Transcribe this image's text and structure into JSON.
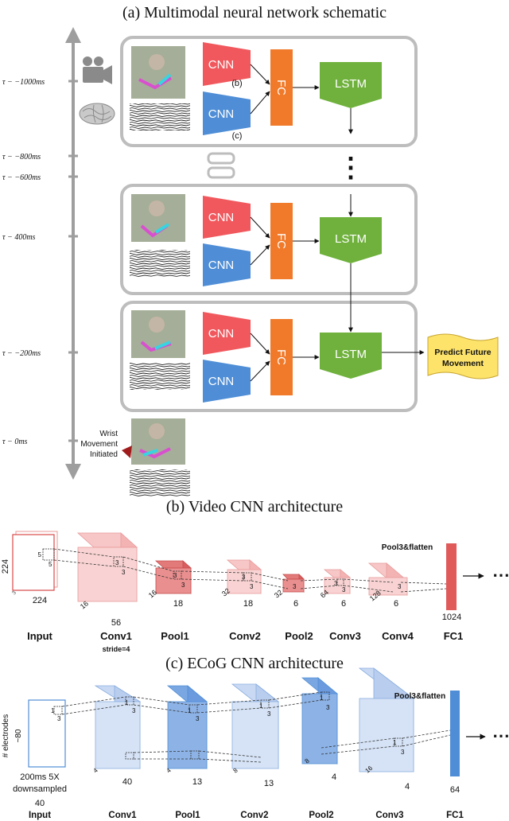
{
  "panel_a": {
    "caption": "(a) Multimodal neural network schematic",
    "timeline_labels": [
      "τ − −1000ms",
      "τ − −800ms",
      "τ − −600ms",
      "τ −   400ms",
      "τ − −200ms",
      "τ − 0ms"
    ],
    "cnn_label": "CNN",
    "fc_label": "FC",
    "lstm_label": "LSTM",
    "ref_b": "(b)",
    "ref_c": "(c)",
    "ellipsis": "⋮",
    "predict_line1": "Predict Future",
    "predict_line2": "Movement",
    "wrist_line1": "Wrist",
    "wrist_line2": "Movement",
    "wrist_line3": "Initiated"
  },
  "panel_b": {
    "caption": "(b) Video CNN architecture",
    "layer_names": [
      "Input",
      "Conv1",
      "Pool1",
      "Conv2",
      "Pool2",
      "Conv3",
      "Conv4",
      "FC1"
    ],
    "stride_note": "stride=4",
    "pool3_label": "Pool3&flatten",
    "input_dims": [
      "224",
      "224",
      "3",
      "5",
      "5"
    ],
    "conv1_dims": [
      "56",
      "16",
      "3",
      "3"
    ],
    "pool1_dims": [
      "18",
      "16",
      "3",
      "3"
    ],
    "conv2_dims": [
      "18",
      "32",
      "3",
      "3"
    ],
    "pool2_dims": [
      "6",
      "32",
      "3"
    ],
    "conv3_dims": [
      "6",
      "64",
      "3",
      "3"
    ],
    "conv4_dims": [
      "6",
      "128",
      "3"
    ],
    "fc1_dim": "1024",
    "ellipsis": "⋯"
  },
  "panel_c": {
    "caption": "(c) ECoG CNN architecture",
    "layer_names": [
      "Input",
      "Conv1",
      "Pool1",
      "Conv2",
      "Pool2",
      "Conv3",
      "FC1"
    ],
    "pool3_label": "Pool3&flatten",
    "input_axis": "# electrodes",
    "input_dims": [
      "~80",
      "1",
      "3"
    ],
    "input_note_line1": "200ms 5X",
    "input_note_line2": "downsampled",
    "input_note_line3": "40",
    "conv1_dims": [
      "40",
      "4",
      "1",
      "3"
    ],
    "pool1_dims": [
      "13",
      "4",
      "1",
      "3"
    ],
    "conv2_dims": [
      "13",
      "8",
      "1",
      "3"
    ],
    "pool2_dims": [
      "4",
      "8",
      "1",
      "3"
    ],
    "conv3_dims": [
      "4",
      "16",
      "1",
      "3"
    ],
    "fc1_dim": "64",
    "ellipsis": "⋯"
  },
  "colors": {
    "cnn_video": "#f0585d",
    "cnn_ecog": "#4f8ed6",
    "fc": "#f07a2a",
    "lstm": "#6fb13c",
    "predict": "#fde36a",
    "block_video": "#f4a3a3",
    "block_ecog": "#aac4ec",
    "frame": "#bdbdbd",
    "timeline": "#9e9e9e"
  }
}
